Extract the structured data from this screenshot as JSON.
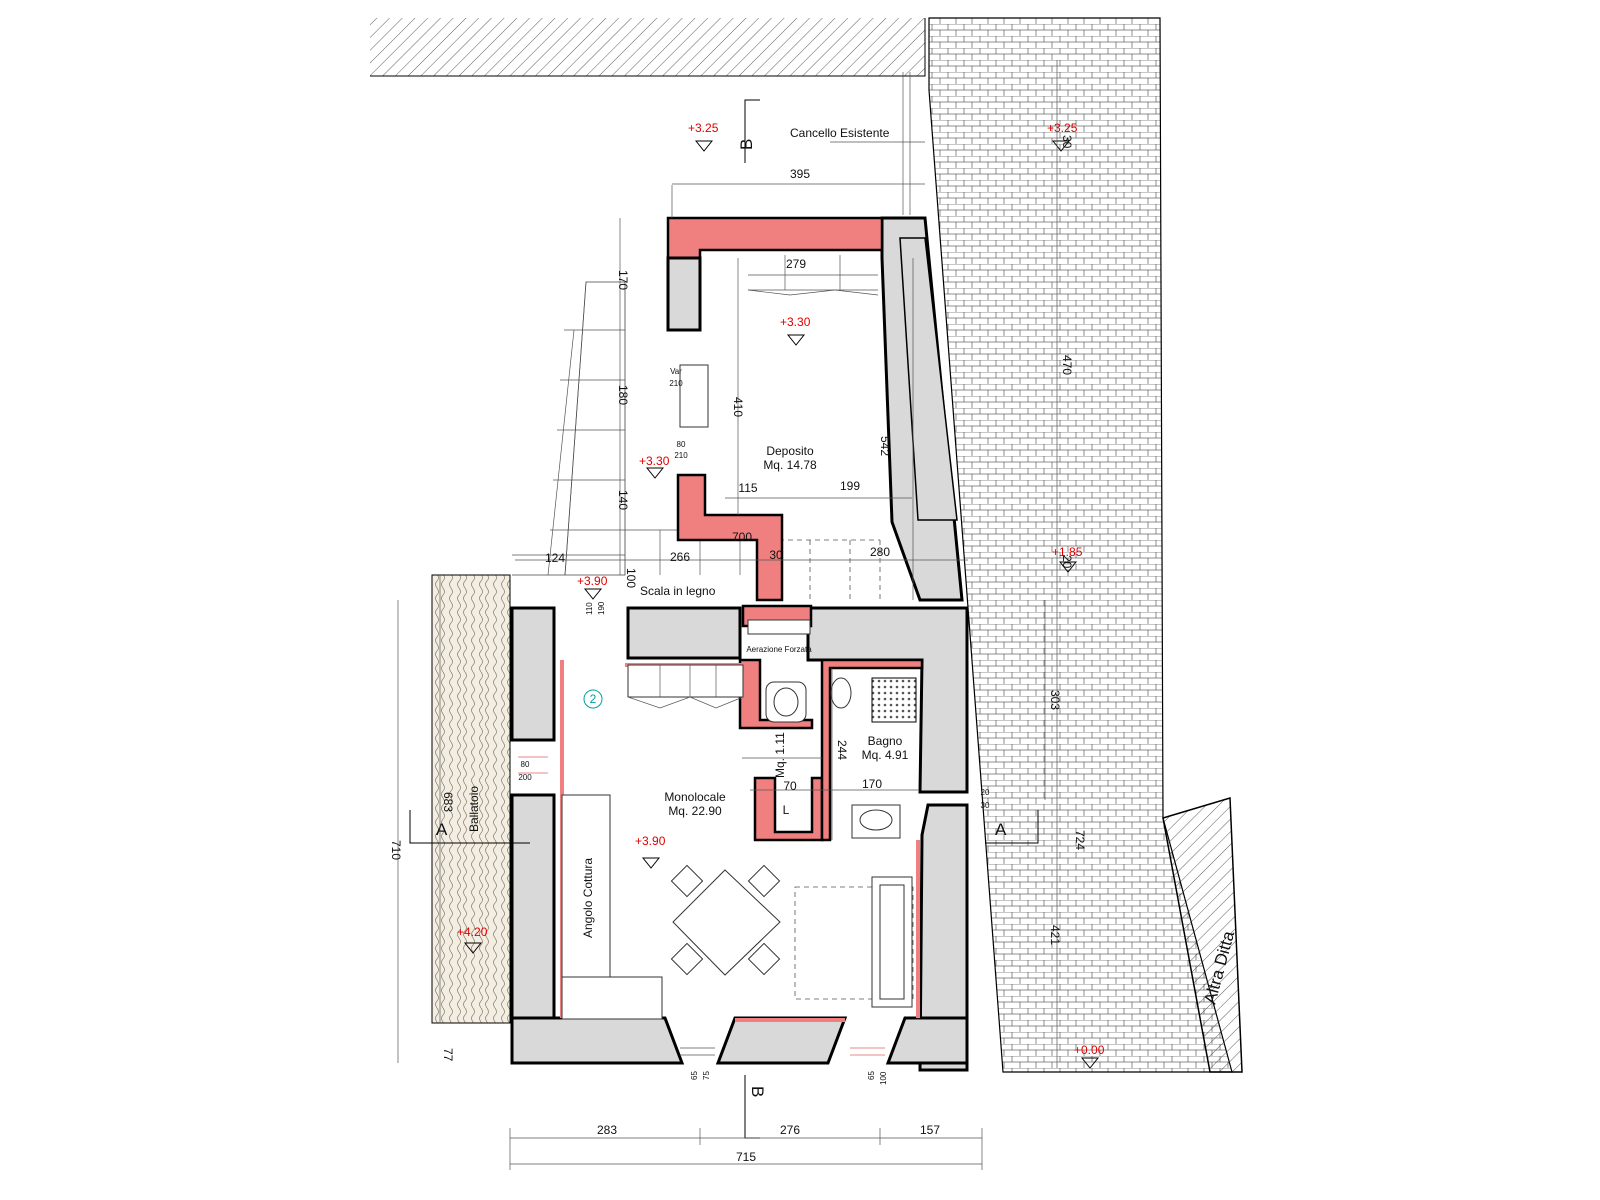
{
  "rooms": {
    "deposito_name": "Deposito",
    "deposito_area": "Mq. 14.78",
    "monolocale_name": "Monolocale",
    "monolocale_area": "Mq. 22.90",
    "bagno_name": "Bagno",
    "bagno_area": "Mq. 4.91",
    "closet_area": "Mq. 1.11",
    "closet_mark": "L"
  },
  "labels": {
    "cancello": "Cancello Esistente",
    "scala": "Scala in legno",
    "aerazione": "Aerazione Forzata",
    "angolo_cottura": "Angolo Cottura",
    "ballatoio": "Ballatoio",
    "altra_ditta": "Altra Ditta",
    "door_tag": "2"
  },
  "sections": {
    "a_left": "A",
    "a_right": "A",
    "b_top": "B",
    "b_bottom": "B"
  },
  "elevations": {
    "top_left": "+3.25",
    "top_right": "+3.25",
    "deposito": "+3.30",
    "stair_top": "+3.30",
    "stair_bottom": "+3.90",
    "monolocale": "+3.90",
    "ballatoio": "+4.20",
    "right_mid": "+1.85",
    "right_bottom": "+0.00"
  },
  "dimensions": {
    "d395": "395",
    "d279": "279",
    "d410": "410",
    "d542": "542",
    "d115": "115",
    "d199": "199",
    "d700": "700",
    "d266": "266",
    "d30": "30",
    "d280": "280",
    "d124": "124",
    "d100": "100",
    "d170": "170",
    "d180": "180",
    "d140": "140",
    "d80": "80",
    "d210": "210",
    "var": "Var",
    "d210b": "210",
    "d110": "110",
    "d190": "190",
    "d244": "244",
    "d70": "70",
    "d170b": "170",
    "d683": "683",
    "d710": "710",
    "d77": "77",
    "d80b": "80",
    "d200": "200",
    "d20": "20",
    "d30b": "30",
    "r30": "30",
    "r470": "470",
    "r20": "20",
    "r303": "303",
    "r724": "724",
    "r421": "421",
    "d65": "65",
    "d75": "75",
    "d65b": "65",
    "d100b": "100",
    "b283": "283",
    "b276": "276",
    "b157": "157",
    "b715": "715"
  },
  "colors": {
    "new_wall": "#f08080",
    "existing_wall": "#d9d9d9",
    "elevation_text": "#e00000"
  }
}
